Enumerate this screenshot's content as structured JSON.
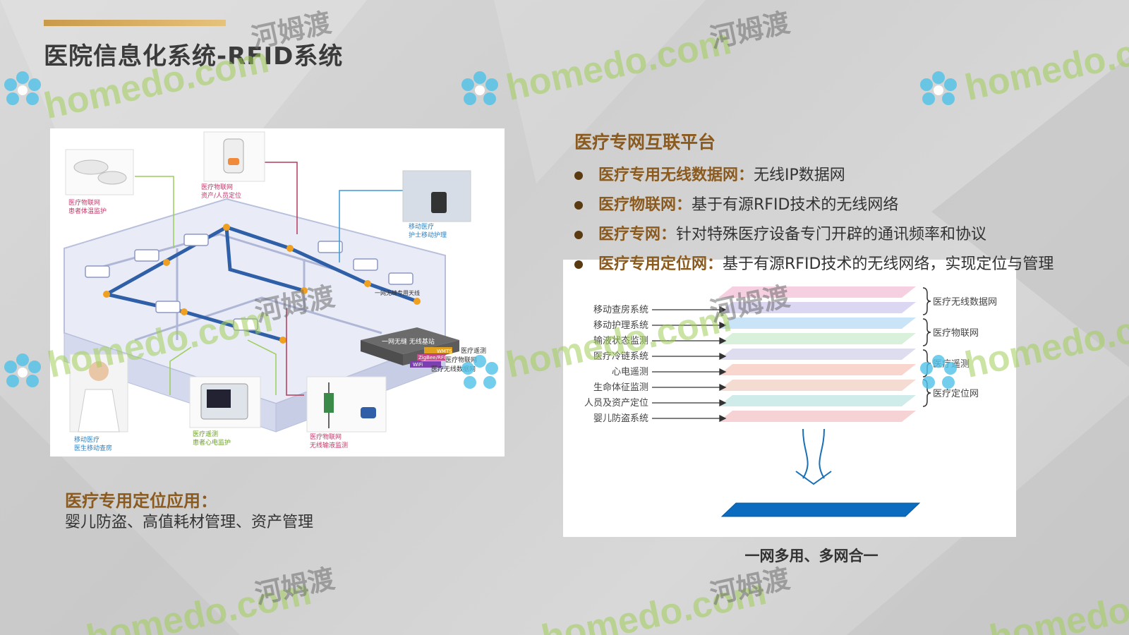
{
  "title": "医院信息化系统-RFID系统",
  "platform": {
    "heading": "医疗专网互联平台",
    "items": [
      {
        "term": "医疗专用无线数据网：",
        "desc": "无线IP数据网"
      },
      {
        "term": "医疗物联网：",
        "desc": "基于有源RFID技术的无线网络"
      },
      {
        "term": "医疗专网：",
        "desc": "针对特殊医疗设备专门开辟的通讯频率和协议"
      },
      {
        "term": "医疗专用定位网：",
        "desc": "基于有源RFID技术的无线网络，实现定位与管理"
      }
    ]
  },
  "application": {
    "heading": "医疗专用定位应用：",
    "text": "婴儿防盗、高值耗材管理、资产管理"
  },
  "caption": "一网多用、多网合一",
  "hospital_diagram": {
    "callouts": [
      {
        "line1": "医疗物联网",
        "line2": "患者体温监护"
      },
      {
        "line1": "医疗物联网",
        "line2": "资产/人员定位"
      },
      {
        "line1": "移动医疗",
        "line2": "护士移动护理"
      },
      {
        "line1": "移动医疗",
        "line2": "医生移动查房"
      },
      {
        "line1": "医疗遥测",
        "line2": "患者心电监护"
      },
      {
        "line1": "医疗物联网",
        "line2": "无线输液监测"
      }
    ],
    "corridor_label": "一网无缝专用天线",
    "box_label": "一网无缝 无线基站",
    "box_tags": [
      "WMTS",
      "ZigBee/RFID",
      "WiFi"
    ],
    "box_nets": [
      "医疗遥测",
      "医疗物联网",
      "医疗无线数据网"
    ]
  },
  "layer_diagram": {
    "systems": [
      "移动查房系统",
      "移动护理系统",
      "输液状态监测",
      "医疗冷链系统",
      "心电遥测",
      "生命体征监测",
      "人员及资产定位",
      "婴儿防盗系统"
    ],
    "networks": [
      "医疗无线数据网",
      "医疗物联网",
      "医疗遥测",
      "医疗定位网"
    ]
  },
  "watermark": {
    "brand": "homedo.com",
    "cn": "河姆渡"
  },
  "colors": {
    "accent_brown": "#8a5a1f",
    "title_gray": "#3b3b3b",
    "base_blue": "#0a6bbf",
    "title_bar": "#d6aa5e",
    "watermark_green": "#a0cd5a"
  }
}
